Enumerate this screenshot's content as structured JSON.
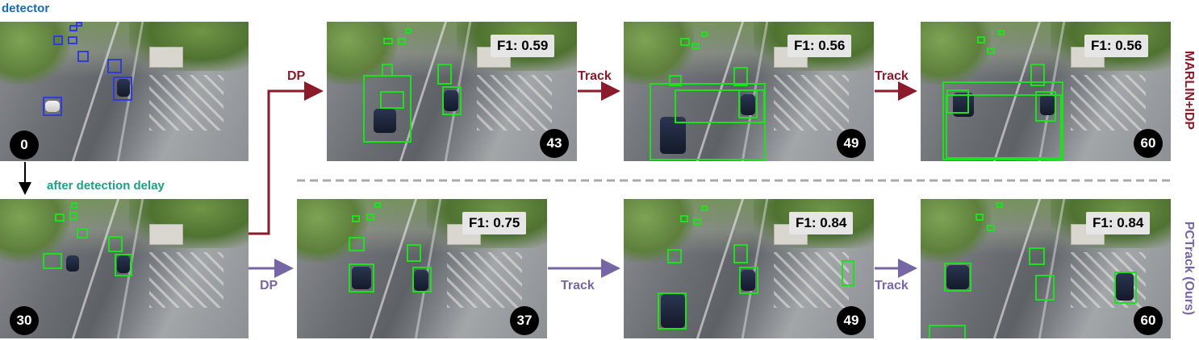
{
  "labels": {
    "detector": "detector",
    "after_delay": "after detection delay",
    "marlin": "MARLIN+IDP",
    "pctrack": "PCTrack (Ours)",
    "dp_top": "DP",
    "dp_bottom": "DP",
    "track": "Track"
  },
  "colors": {
    "marlin_red": "#8b1a2b",
    "pctrack_purple": "#7766a6",
    "detector_blue": "#1a6ab0",
    "delay_teal": "#1e9e86",
    "box_green": "#1fe01f",
    "box_blue": "#2f3dd6",
    "separator_gray": "#a9a9a9"
  },
  "frames": [
    {
      "id": "f0",
      "frame_number": "0",
      "f1": null
    },
    {
      "id": "f30",
      "frame_number": "30",
      "f1": null
    },
    {
      "id": "top1",
      "frame_number": "43",
      "f1": "F1: 0.59"
    },
    {
      "id": "top2",
      "frame_number": "49",
      "f1": "F1: 0.56"
    },
    {
      "id": "top3",
      "frame_number": "60",
      "f1": "F1: 0.56"
    },
    {
      "id": "bot1",
      "frame_number": "37",
      "f1": "F1: 0.75"
    },
    {
      "id": "bot2",
      "frame_number": "49",
      "f1": "F1: 0.84"
    },
    {
      "id": "bot3",
      "frame_number": "60",
      "f1": "F1: 0.84"
    }
  ]
}
